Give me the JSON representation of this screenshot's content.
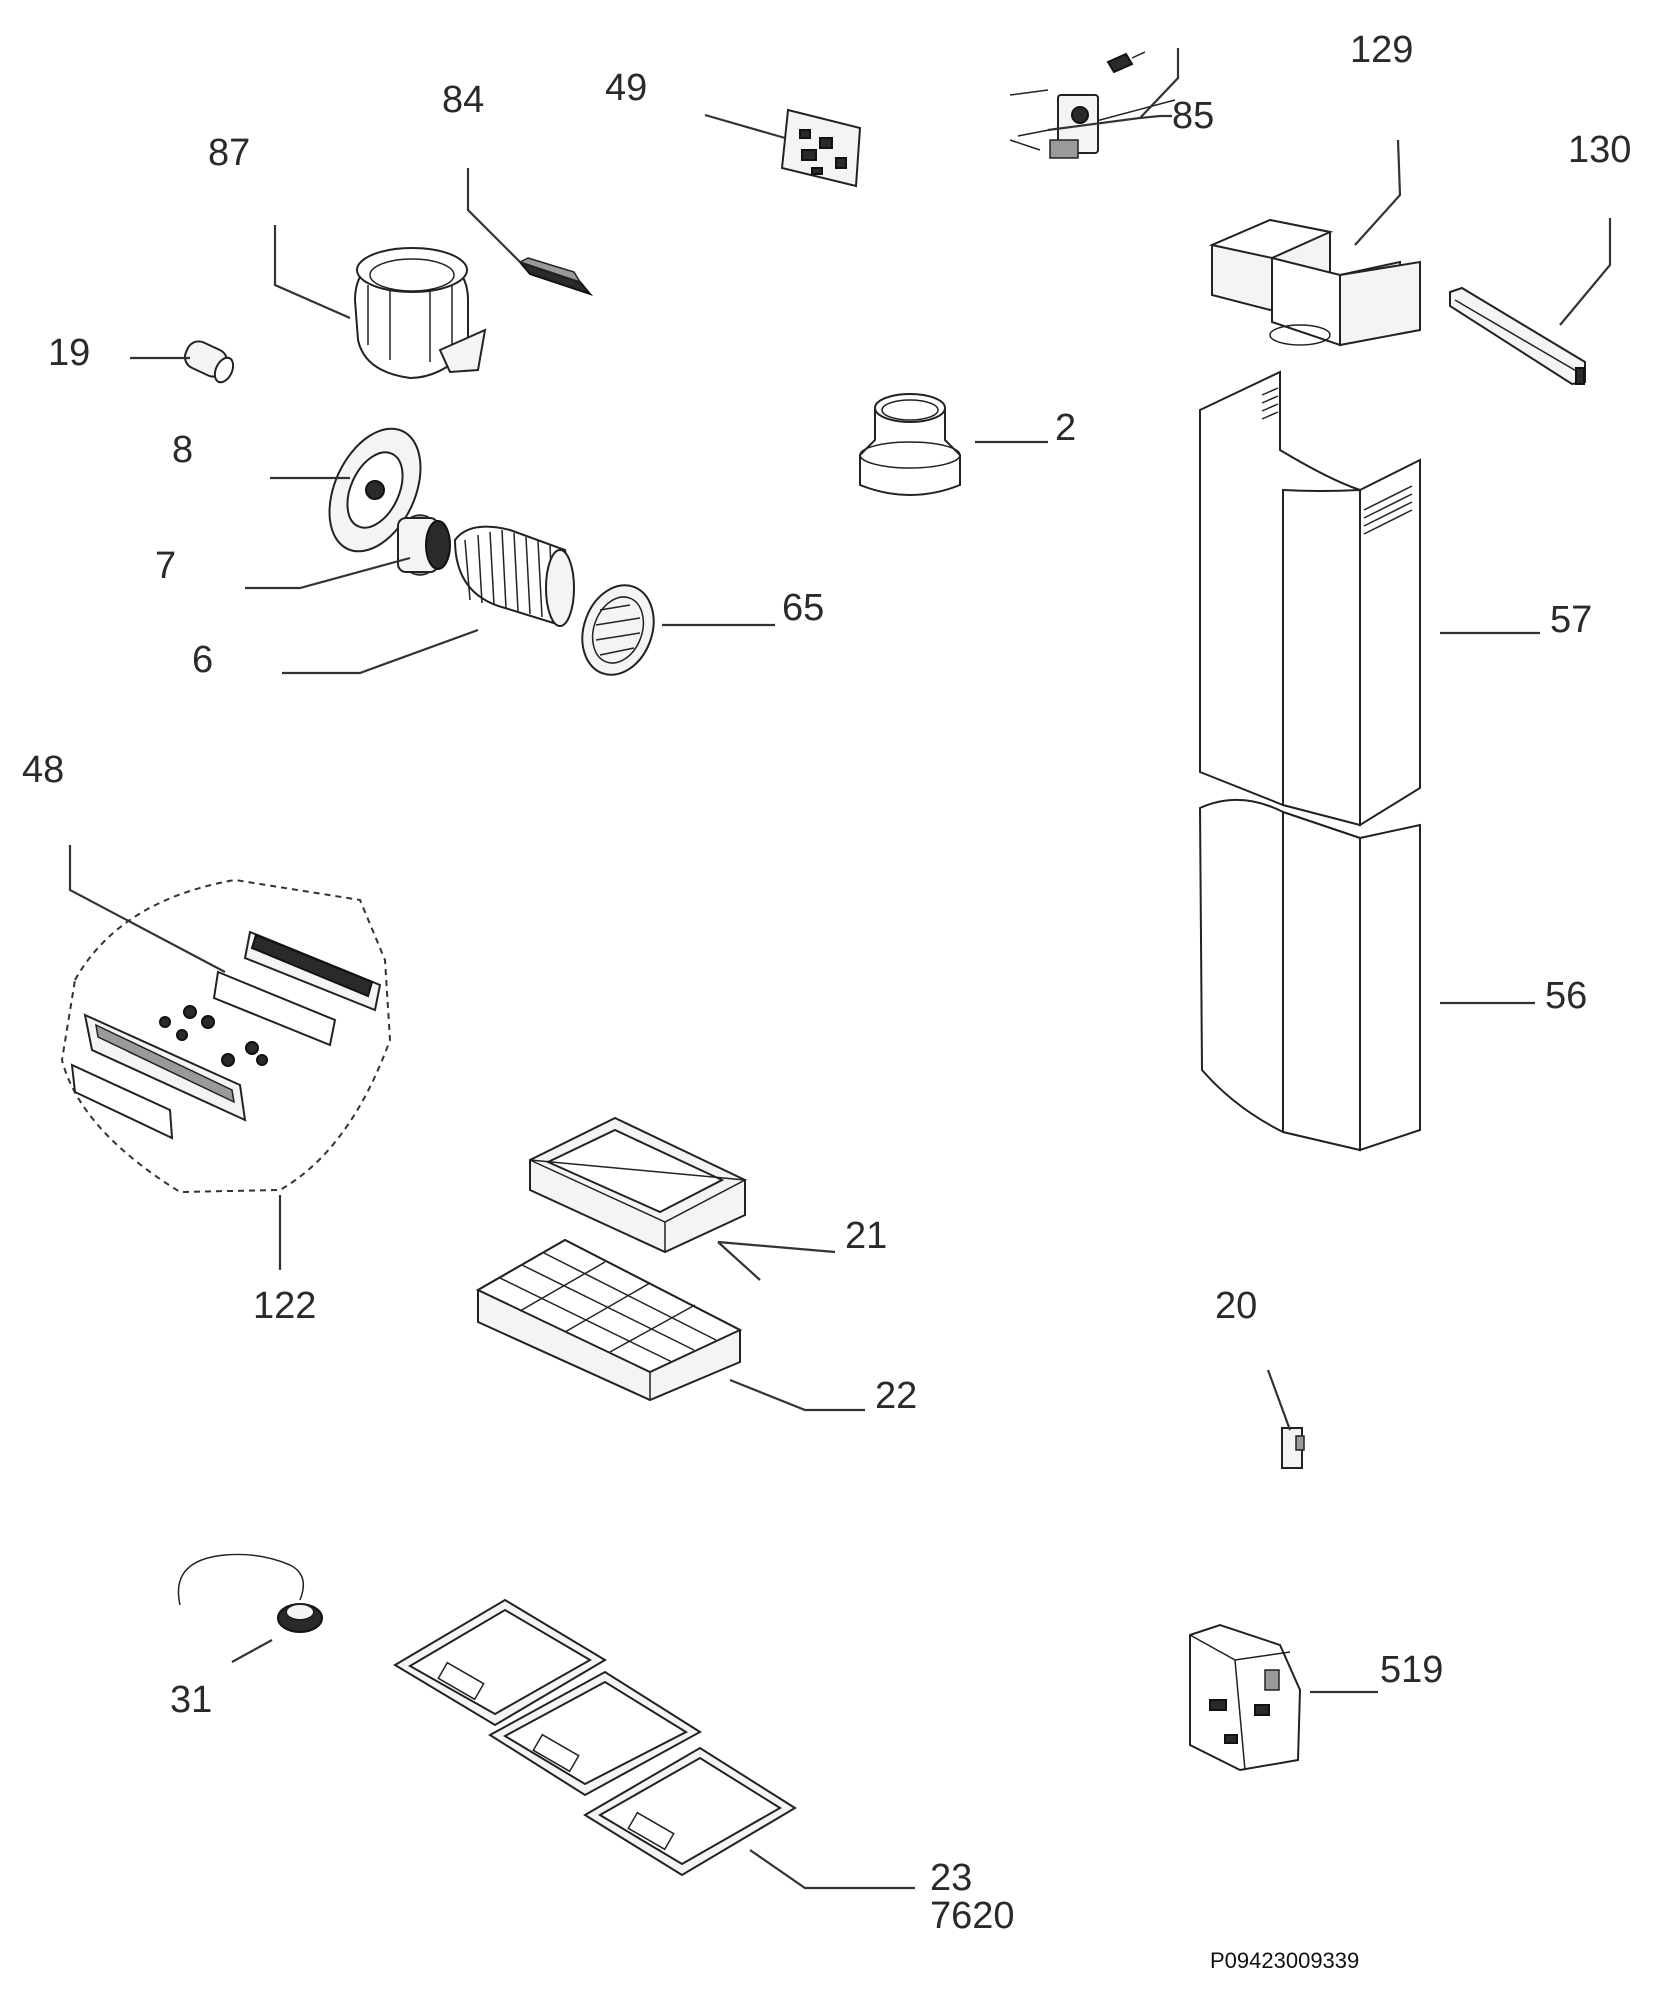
{
  "labels": {
    "p129": "129",
    "p130": "130",
    "p85": "85",
    "p84": "84",
    "p49": "49",
    "p87": "87",
    "p19": "19",
    "p8": "8",
    "p7": "7",
    "p6": "6",
    "p65": "65",
    "p2": "2",
    "p57": "57",
    "p56": "56",
    "p48": "48",
    "p122": "122",
    "p21": "21",
    "p22": "22",
    "p20": "20",
    "p31": "31",
    "p519": "519",
    "p23": "23",
    "p7620": "7620"
  },
  "diagram_code": "P09423009339"
}
